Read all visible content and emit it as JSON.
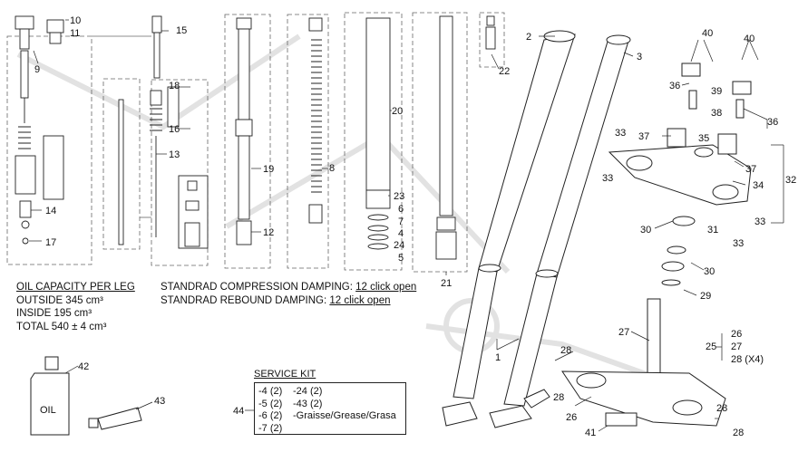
{
  "diagram": {
    "callouts": [
      {
        "id": "c2",
        "text": "2"
      },
      {
        "id": "c3",
        "text": "3"
      },
      {
        "id": "c9",
        "text": "9"
      },
      {
        "id": "c10",
        "text": "10"
      },
      {
        "id": "c11",
        "text": "11"
      },
      {
        "id": "c15",
        "text": "15"
      },
      {
        "id": "c13",
        "text": "13"
      },
      {
        "id": "c14",
        "text": "14"
      },
      {
        "id": "c17",
        "text": "17"
      },
      {
        "id": "c18",
        "text": "18"
      },
      {
        "id": "c16",
        "text": "16"
      },
      {
        "id": "c19",
        "text": "19"
      },
      {
        "id": "c12",
        "text": "12"
      },
      {
        "id": "c8",
        "text": "8"
      },
      {
        "id": "c20",
        "text": "20"
      },
      {
        "id": "c23",
        "text": "23"
      },
      {
        "id": "c6",
        "text": "6"
      },
      {
        "id": "c7",
        "text": "7"
      },
      {
        "id": "c4",
        "text": "4"
      },
      {
        "id": "c24",
        "text": "24"
      },
      {
        "id": "c5",
        "text": "5"
      },
      {
        "id": "c21",
        "text": "21"
      },
      {
        "id": "c22",
        "text": "22"
      },
      {
        "id": "c40a",
        "text": "40"
      },
      {
        "id": "c40b",
        "text": "40"
      },
      {
        "id": "c36a",
        "text": "36"
      },
      {
        "id": "c39",
        "text": "39"
      },
      {
        "id": "c38",
        "text": "38"
      },
      {
        "id": "c36b",
        "text": "36"
      },
      {
        "id": "c33a",
        "text": "33"
      },
      {
        "id": "c37a",
        "text": "37"
      },
      {
        "id": "c35",
        "text": "35"
      },
      {
        "id": "c37b",
        "text": "37"
      },
      {
        "id": "c33b",
        "text": "33"
      },
      {
        "id": "c34",
        "text": "34"
      },
      {
        "id": "c32",
        "text": "32"
      },
      {
        "id": "c33c",
        "text": "33"
      },
      {
        "id": "c33d",
        "text": "33"
      },
      {
        "id": "c30a",
        "text": "30"
      },
      {
        "id": "c31",
        "text": "31"
      },
      {
        "id": "c30b",
        "text": "30"
      },
      {
        "id": "c29",
        "text": "29"
      },
      {
        "id": "c27",
        "text": "27"
      },
      {
        "id": "c1",
        "text": "1"
      },
      {
        "id": "c28a",
        "text": "28"
      },
      {
        "id": "c28b",
        "text": "28"
      },
      {
        "id": "c26a",
        "text": "26"
      },
      {
        "id": "c41",
        "text": "41"
      },
      {
        "id": "c28c",
        "text": "28"
      },
      {
        "id": "c28d",
        "text": "28"
      },
      {
        "id": "c42",
        "text": "42"
      },
      {
        "id": "c43",
        "text": "43"
      },
      {
        "id": "c25",
        "text": "25"
      },
      {
        "id": "c26b",
        "text": "26"
      },
      {
        "id": "c27b",
        "text": "27"
      },
      {
        "id": "c28x4",
        "text": "28 (X4)"
      }
    ],
    "oil_bottle_label": "OIL"
  },
  "oil_capacity": {
    "title": "OIL CAPACITY PER LEG",
    "outside": "OUTSIDE 345 cm³",
    "inside": "INSIDE 195 cm³",
    "total": "TOTAL 540 ± 4 cm³"
  },
  "damping": {
    "compression_label": "STANDRAD COMPRESSION DAMPING:",
    "compression_value": "12 click open",
    "rebound_label": "STANDRAD REBOUND DAMPING:",
    "rebound_value": "12 click open"
  },
  "service_kit": {
    "title": "SERVICE KIT",
    "ref": "44",
    "rows": [
      {
        "left": "-4 (2)",
        "right": "-24 (2)"
      },
      {
        "left": "-5 (2)",
        "right": "-43 (2)"
      },
      {
        "left": "-6 (2)",
        "right": "-Graisse/Grease/Grasa"
      },
      {
        "left": "-7 (2)",
        "right": ""
      }
    ]
  },
  "colors": {
    "line": "#222222",
    "box": "#555555",
    "watermark": "#d6d6d6"
  }
}
